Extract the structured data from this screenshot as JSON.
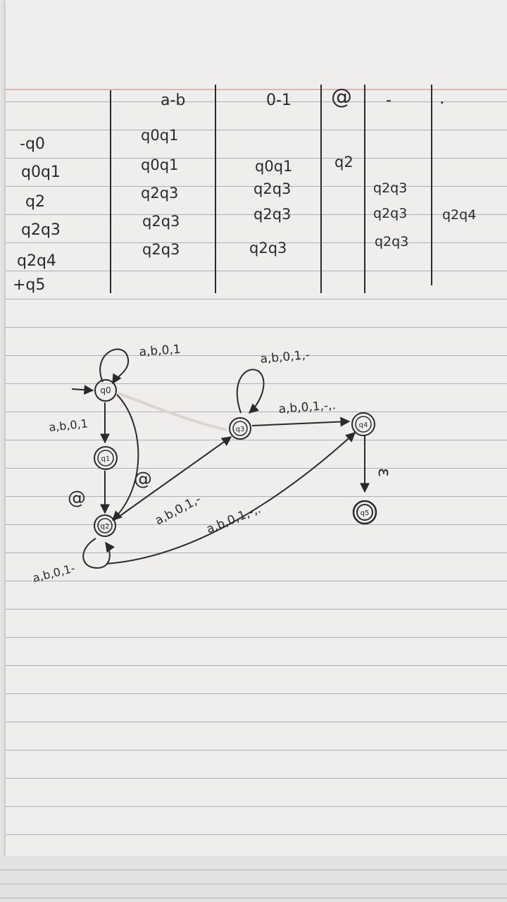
{
  "transition_table": {
    "column_headers": [
      "a-b",
      "0-1",
      "@",
      "-",
      "."
    ],
    "rows": [
      {
        "state": "-q0",
        "cells": [
          "q0q1",
          "",
          "",
          "",
          ""
        ]
      },
      {
        "state": "q0q1",
        "cells": [
          "q0q1",
          "q0q1",
          "q2",
          "",
          ""
        ]
      },
      {
        "state": "q2",
        "cells": [
          "q2q3",
          "q2q3",
          "",
          "q2q3",
          ""
        ]
      },
      {
        "state": "q2q3",
        "cells": [
          "q2q3",
          "q2q3",
          "",
          "q2q3",
          "q2q4"
        ]
      },
      {
        "state": "q2q4",
        "cells": [
          "q2q3",
          "q2q3",
          "",
          "q2q3",
          ""
        ]
      },
      {
        "state": "+q5",
        "cells": [
          "",
          "",
          "",
          "",
          ""
        ]
      }
    ]
  },
  "diagram": {
    "states": [
      "q0",
      "q1",
      "q2",
      "q3",
      "q4",
      "q5"
    ],
    "initial_state": "q0",
    "final_state": "q5",
    "edge_labels": {
      "q0_loop": "a,b,0,1",
      "q0_q1": "a,b,0,1",
      "q0_q2": "@",
      "q1_q2": "@",
      "q2_loop": "a,b,0,1-",
      "q2_q3": "a,b,0,1,-",
      "q2_q4": "a,b,0,1,-,.",
      "q3_loop": "a,b,0,1,-",
      "q3_q4": "a,b,0,1,-,.",
      "q4_q5": "ε"
    }
  }
}
